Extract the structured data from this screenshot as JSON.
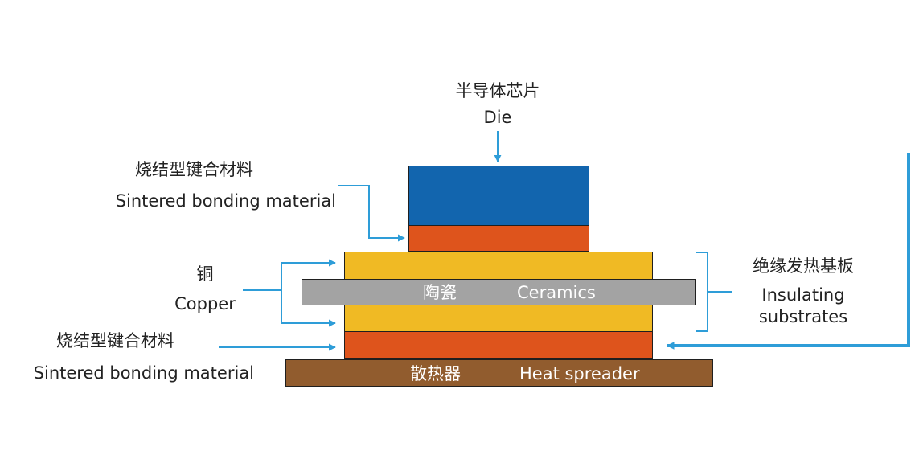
{
  "colors": {
    "die": "#1265AE",
    "bonding": "#DE541C",
    "copper": "#F0BA24",
    "ceramics": "#A3A3A3",
    "heat_spreader": "#915C2E",
    "arrow": "#2E9DD8",
    "layer_border": "#1F1F1F"
  },
  "labels": {
    "die_zh": "半导体芯片",
    "die_en": "Die",
    "bond_top_zh": "烧结型键合材料",
    "bond_top_en": "Sintered bonding material",
    "copper_zh": "铜",
    "copper_en": "Copper",
    "bond_bottom_zh": "烧结型键合材料",
    "bond_bottom_en": "Sintered bonding material",
    "ceramics_zh": "陶瓷",
    "ceramics_en": "Ceramics",
    "heat_zh": "散热器",
    "heat_en": "Heat spreader",
    "insulating_zh": "绝缘发热基板",
    "insulating_en_1": "Insulating",
    "insulating_en_2": "substrates"
  }
}
